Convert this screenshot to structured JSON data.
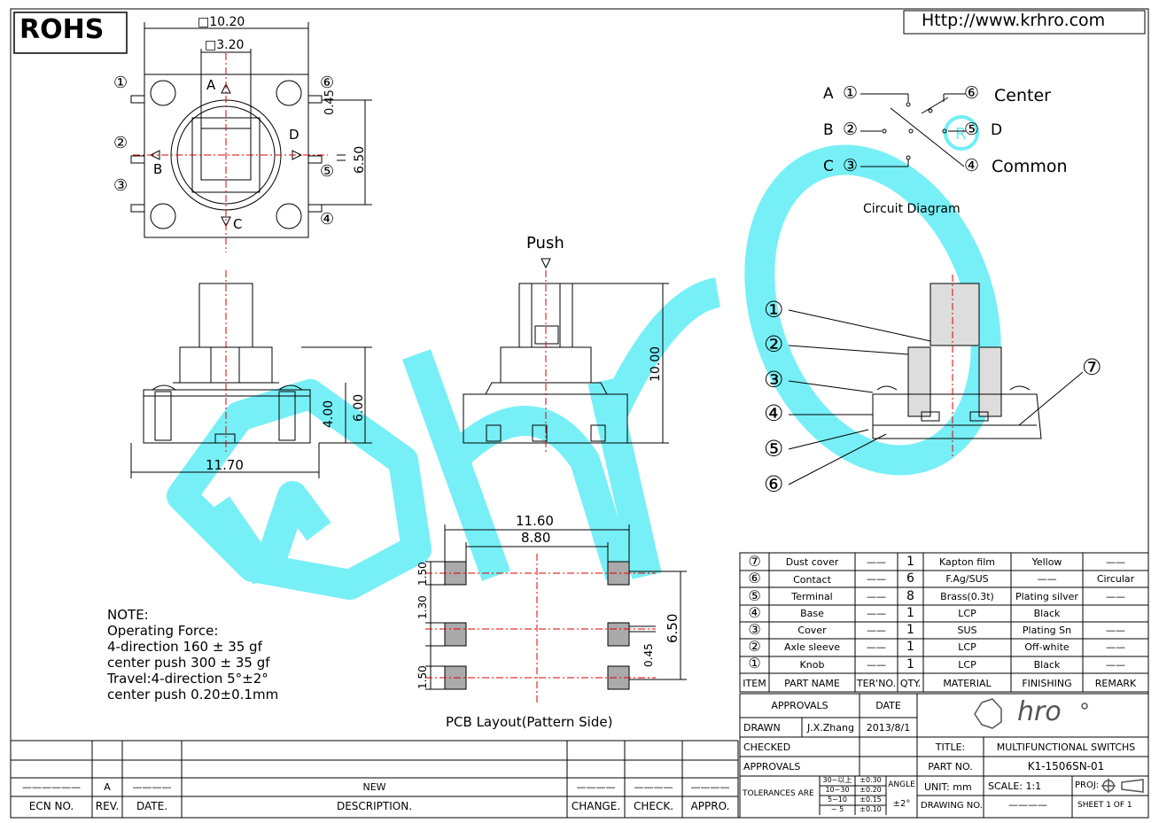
{
  "header": {
    "rohs": "ROHS",
    "url": "Http://www.krhro.com"
  },
  "top_view": {
    "dim_outer": "□10.20",
    "dim_inner": "□3.20",
    "dim_045": "0.45",
    "dim_650": "6.50",
    "pins": [
      "①",
      "②",
      "③",
      "④",
      "⑤",
      "⑥"
    ],
    "dirs": {
      "a": "A",
      "b": "B",
      "c": "C",
      "d": "D"
    }
  },
  "side_view": {
    "dim_width": "11.70",
    "dim_400": "4.00",
    "dim_600": "6.00"
  },
  "front_view": {
    "push": "Push",
    "dim_1000": "10.00"
  },
  "circuit": {
    "labels": {
      "a": "A",
      "b": "B",
      "c": "C",
      "d": "D"
    },
    "pins": [
      "①",
      "②",
      "③",
      "④",
      "⑤",
      "⑥"
    ],
    "center": "Center",
    "common": "Common",
    "title": "Circuit  Diagram"
  },
  "section_callouts": [
    "①",
    "②",
    "③",
    "④",
    "⑤",
    "⑥",
    "⑦"
  ],
  "pcb": {
    "dim_1160": "11.60",
    "dim_880": "8.80",
    "dim_150a": "1.50",
    "dim_130": "1.30",
    "dim_150b": "1.50",
    "dim_650": "6.50",
    "dim_045": "0.45",
    "caption": "PCB  Layout(Pattern  Side)"
  },
  "note": {
    "lines": [
      "NOTE:",
      "Operating  Force:",
      "4-direction  160  ±  35  gf",
      "center  push  300  ±  35  gf",
      "Travel:4-direction  5°±2°",
      "center  push  0.20±0.1mm"
    ]
  },
  "bom": {
    "rows": [
      {
        "item": "⑦",
        "name": "Dust  cover",
        "ter": "——",
        "qty": "1",
        "material": "Kapton  film",
        "finishing": "Yellow",
        "remark": "——"
      },
      {
        "item": "⑥",
        "name": "Contact",
        "ter": "——",
        "qty": "6",
        "material": "F.Ag/SUS",
        "finishing": "——",
        "remark": "Circular"
      },
      {
        "item": "⑤",
        "name": "Terminal",
        "ter": "——",
        "qty": "8",
        "material": "Brass(0.3t)",
        "finishing": "Plating  silver",
        "remark": "——"
      },
      {
        "item": "④",
        "name": "Base",
        "ter": "——",
        "qty": "1",
        "material": "LCP",
        "finishing": "Black",
        "remark": ""
      },
      {
        "item": "③",
        "name": "Cover",
        "ter": "——",
        "qty": "1",
        "material": "SUS",
        "finishing": "Plating  Sn",
        "remark": "——"
      },
      {
        "item": "②",
        "name": "Axle  sleeve",
        "ter": "——",
        "qty": "1",
        "material": "LCP",
        "finishing": "Off-white",
        "remark": "——"
      },
      {
        "item": "①",
        "name": "Knob",
        "ter": "——",
        "qty": "1",
        "material": "LCP",
        "finishing": "Black",
        "remark": "——"
      }
    ],
    "headers": {
      "item": "ITEM",
      "name": "PART  NAME",
      "ter": "TER'NO.",
      "qty": "QTY.",
      "material": "MATERIAL",
      "finishing": "FINISHING",
      "remark": "REMARK"
    }
  },
  "title_block": {
    "approvals_hdr": "APPROVALS",
    "date_hdr": "DATE",
    "drawn": "DRAWN",
    "drawn_by": "J.X.Zhang",
    "drawn_date": "2013/8/1",
    "checked": "CHECKED",
    "approvals": "APPROVALS",
    "title_lbl": "TITLE:",
    "title_val": "MULTIFUNCTIONAL  SWITCHS",
    "part_lbl": "PART  NO.",
    "part_val": "K1-1506SN-01",
    "tol_lbl": "TOLERANCES  ARE",
    "tol_ranges": [
      "30~以上",
      "10~30",
      "5~10",
      "~ 5"
    ],
    "tol_vals": [
      "±0.30",
      "±0.20",
      "±0.15",
      "±0.10"
    ],
    "angle_lbl": "ANGLE",
    "angle_val": "±2°",
    "unit": "UNIT:  mm",
    "scale": "SCALE:   1:1",
    "proj": "PROJ:",
    "drawing_no": "DRAWING  NO.",
    "drawing_val": "————",
    "sheet": "SHEET    1  OF  1",
    "logo": "hro"
  },
  "revision": {
    "row": {
      "ecn": "——————",
      "rev": "A",
      "date": "————",
      "desc": "NEW",
      "change": "————",
      "check": "————",
      "appro": "————"
    },
    "headers": {
      "ecn": "ECN  NO.",
      "rev": "REV.",
      "date": "DATE.",
      "desc": "DESCRIPTION.",
      "change": "CHANGE.",
      "check": "CHECK.",
      "appro": "APPRO."
    }
  },
  "watermark": {
    "color": "#2fe3ef"
  }
}
